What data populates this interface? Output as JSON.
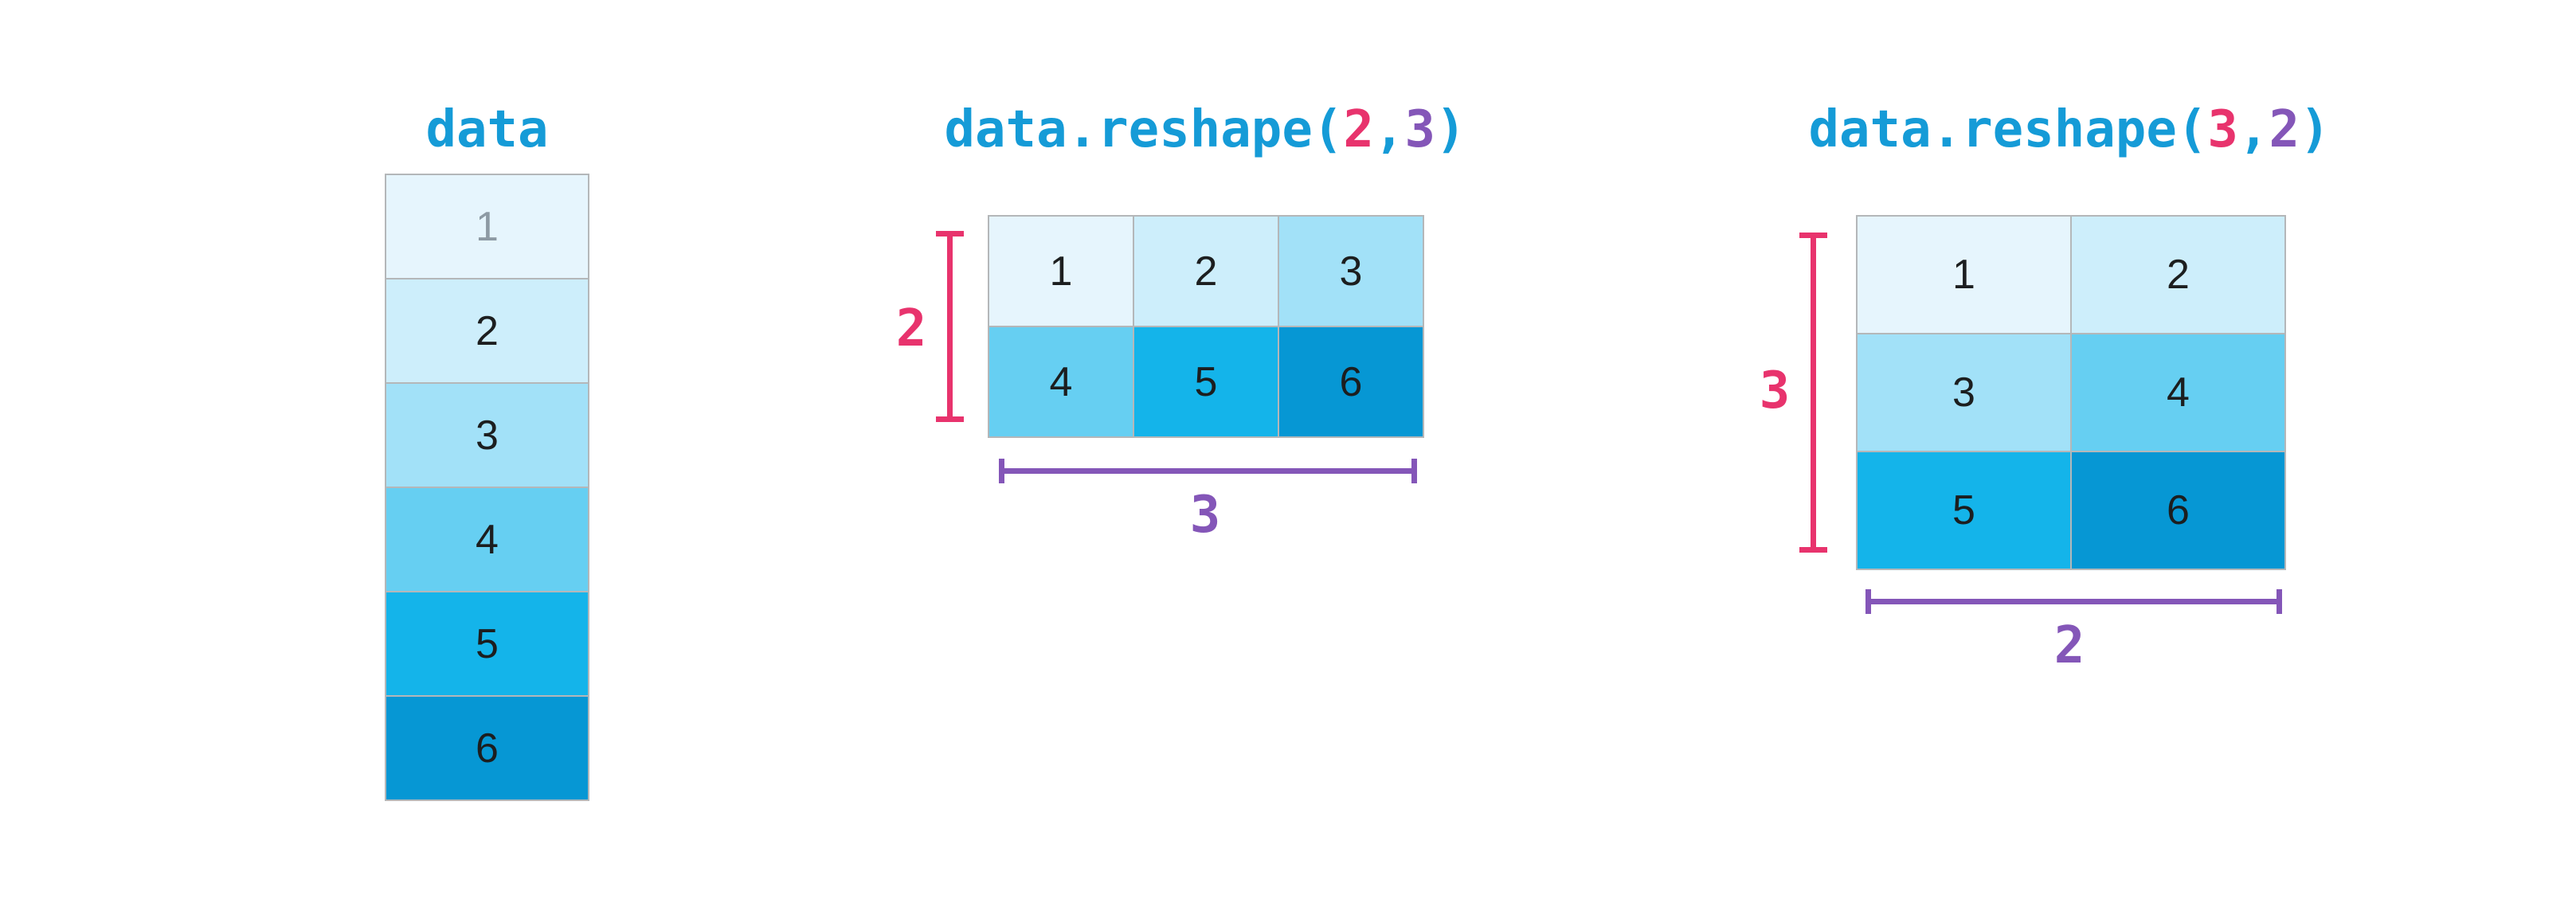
{
  "colors": {
    "background": "#ffffff",
    "title_blue": "#159bd7",
    "pink": "#e8336d",
    "purple": "#8456b8",
    "cell_border": "#b4b7b9",
    "muted_text": "#8d9aa4",
    "cell_text": "#1c1e1f",
    "cell_shades": [
      "#e6f5fd",
      "#cdeefb",
      "#a2e1f8",
      "#66cff2",
      "#14b4ea",
      "#0697d4"
    ]
  },
  "data_column": {
    "title": "data",
    "values": [
      "1",
      "2",
      "3",
      "4",
      "5",
      "6"
    ]
  },
  "reshape_2_3": {
    "title_prefix": "data.reshape(",
    "rows_arg": "2",
    "separator": ",",
    "cols_arg": "3",
    "title_suffix": ")",
    "rows": [
      [
        "1",
        "2",
        "3"
      ],
      [
        "4",
        "5",
        "6"
      ]
    ],
    "rows_label": "2",
    "cols_label": "3"
  },
  "reshape_3_2": {
    "title_prefix": "data.reshape(",
    "rows_arg": "3",
    "separator": ",",
    "cols_arg": "2",
    "title_suffix": ")",
    "rows": [
      [
        "1",
        "2"
      ],
      [
        "3",
        "4"
      ],
      [
        "5",
        "6"
      ]
    ],
    "rows_label": "3",
    "cols_label": "2"
  }
}
